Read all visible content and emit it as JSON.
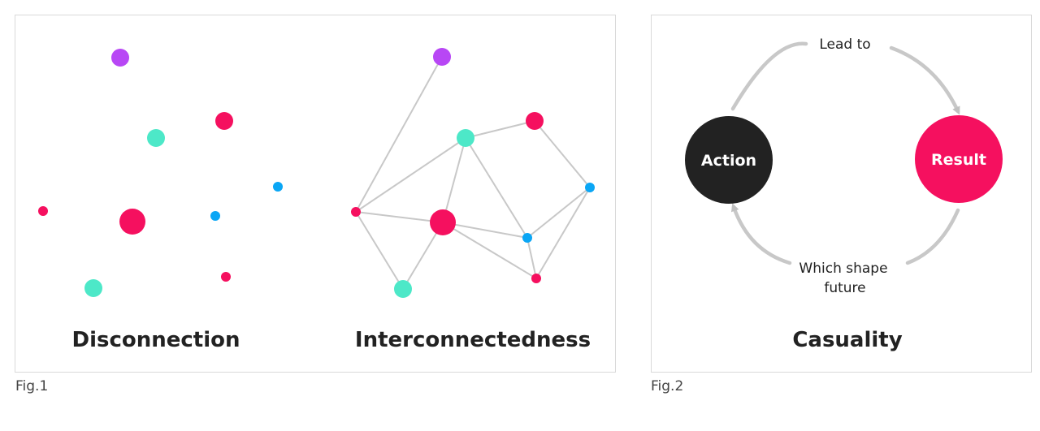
{
  "colors": {
    "purple": "#b847f5",
    "teal": "#4de8c8",
    "pink": "#f5105f",
    "blue": "#0aa6f5",
    "dark": "#222222",
    "edge": "#c8c8c8",
    "arrow": "#c0c0c0"
  },
  "fig1": {
    "caption": "Fig.1",
    "left_title": "Disconnection",
    "right_title": "Interconnectedness",
    "nodes": [
      {
        "id": "n1",
        "color": "purple",
        "size": "medium"
      },
      {
        "id": "n2",
        "color": "pink",
        "size": "medium"
      },
      {
        "id": "n3",
        "color": "teal",
        "size": "medium"
      },
      {
        "id": "n4",
        "color": "blue",
        "size": "small"
      },
      {
        "id": "n5",
        "color": "pink",
        "size": "small"
      },
      {
        "id": "n6",
        "color": "pink",
        "size": "large"
      },
      {
        "id": "n7",
        "color": "blue",
        "size": "small"
      },
      {
        "id": "n8",
        "color": "teal",
        "size": "medium"
      },
      {
        "id": "n9",
        "color": "pink",
        "size": "small"
      }
    ],
    "edges": [
      [
        "n1",
        "n5"
      ],
      [
        "n5",
        "n3"
      ],
      [
        "n5",
        "n6"
      ],
      [
        "n5",
        "n8"
      ],
      [
        "n3",
        "n2"
      ],
      [
        "n3",
        "n6"
      ],
      [
        "n3",
        "n7"
      ],
      [
        "n2",
        "n4"
      ],
      [
        "n4",
        "n7"
      ],
      [
        "n4",
        "n9"
      ],
      [
        "n6",
        "n7"
      ],
      [
        "n6",
        "n9"
      ],
      [
        "n6",
        "n8"
      ],
      [
        "n7",
        "n9"
      ]
    ]
  },
  "fig2": {
    "caption": "Fig.2",
    "title": "Casuality",
    "action_label": "Action",
    "result_label": "Result",
    "top_label": "Lead to",
    "bottom_label_line1": "Which shape",
    "bottom_label_line2": "future"
  }
}
